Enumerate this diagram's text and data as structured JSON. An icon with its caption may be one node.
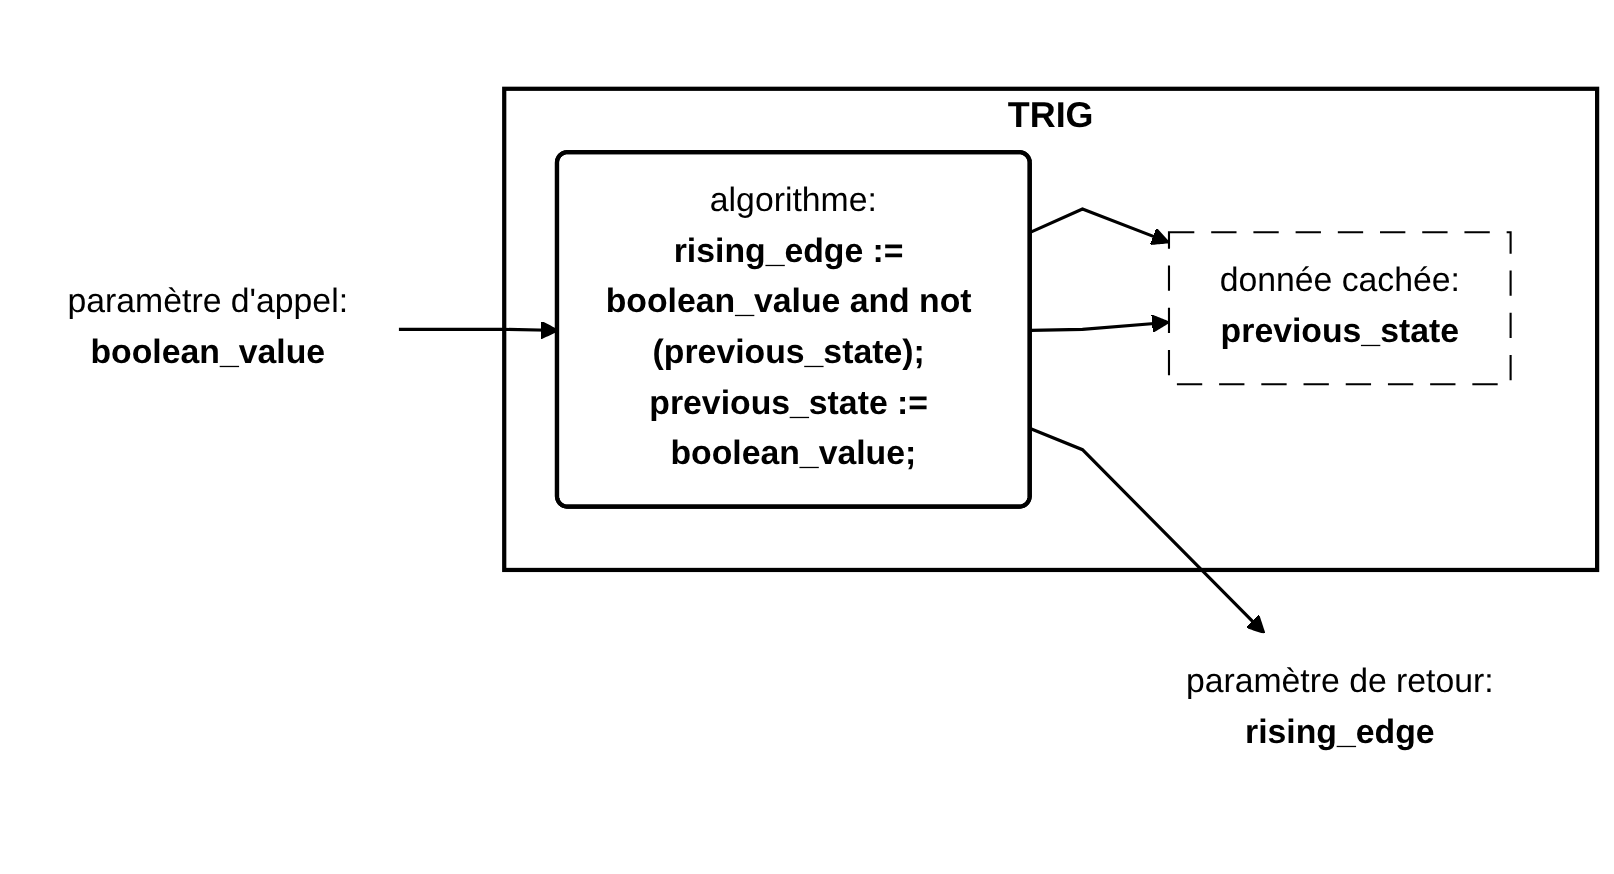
{
  "diagram": {
    "nodes": [
      {
        "text": [
          "TRIG"
        ]
      },
      {
        "text": [
          "paramètre d'appel:",
          "boolean_value"
        ]
      },
      {
        "text": [
          "algorithme:",
          "rising_edge := boolean_value and not (previous_state); previous_state := boolean_value;"
        ],
        "in": 0
      },
      {
        "text": [
          "paramètre de retour:",
          "rising_edge"
        ]
      },
      {
        "text": [
          "donnée cachée:",
          "previous_state"
        ],
        "in": 0
      }
    ],
    "edges": [
      {
        "from": 1,
        "to": 2,
        "arrow": "to"
      },
      {
        "from": 2,
        "to": 3,
        "arrow": "to"
      },
      {
        "from": 2,
        "to": 4,
        "arrow": "to"
      },
      {
        "from": 2,
        "to": 4,
        "arrow": "to"
      }
    ]
  }
}
